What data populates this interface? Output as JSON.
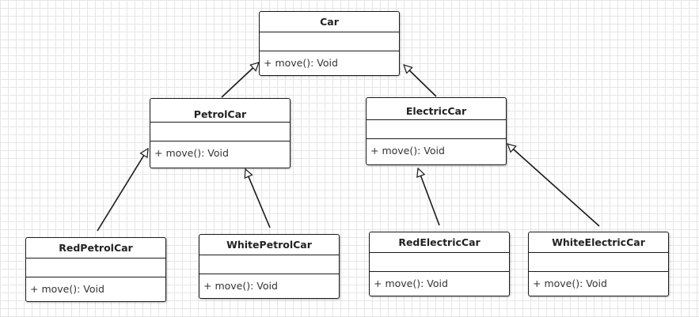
{
  "diagram": {
    "classes": [
      {
        "id": "car",
        "name": "Car",
        "operation": "+ move(): Void"
      },
      {
        "id": "petrol",
        "name": "PetrolCar",
        "operation": "+ move(): Void"
      },
      {
        "id": "electric",
        "name": "ElectricCar",
        "operation": "+ move(): Void"
      },
      {
        "id": "redpetrol",
        "name": "RedPetrolCar",
        "operation": "+ move(): Void"
      },
      {
        "id": "whitepetrol",
        "name": "WhitePetrolCar",
        "operation": "+ move(): Void"
      },
      {
        "id": "redelectric",
        "name": "RedElectricCar",
        "operation": "+ move(): Void"
      },
      {
        "id": "whiteelectric",
        "name": "WhiteElectricCar",
        "operation": "+ move(): Void"
      }
    ],
    "relations": [
      {
        "type": "inheritance",
        "from": "petrol",
        "to": "car"
      },
      {
        "type": "inheritance",
        "from": "electric",
        "to": "car"
      },
      {
        "type": "inheritance",
        "from": "redpetrol",
        "to": "petrol"
      },
      {
        "type": "inheritance",
        "from": "whitepetrol",
        "to": "petrol"
      },
      {
        "type": "inheritance",
        "from": "redelectric",
        "to": "electric"
      },
      {
        "type": "inheritance",
        "from": "whiteelectric",
        "to": "electric"
      }
    ]
  }
}
